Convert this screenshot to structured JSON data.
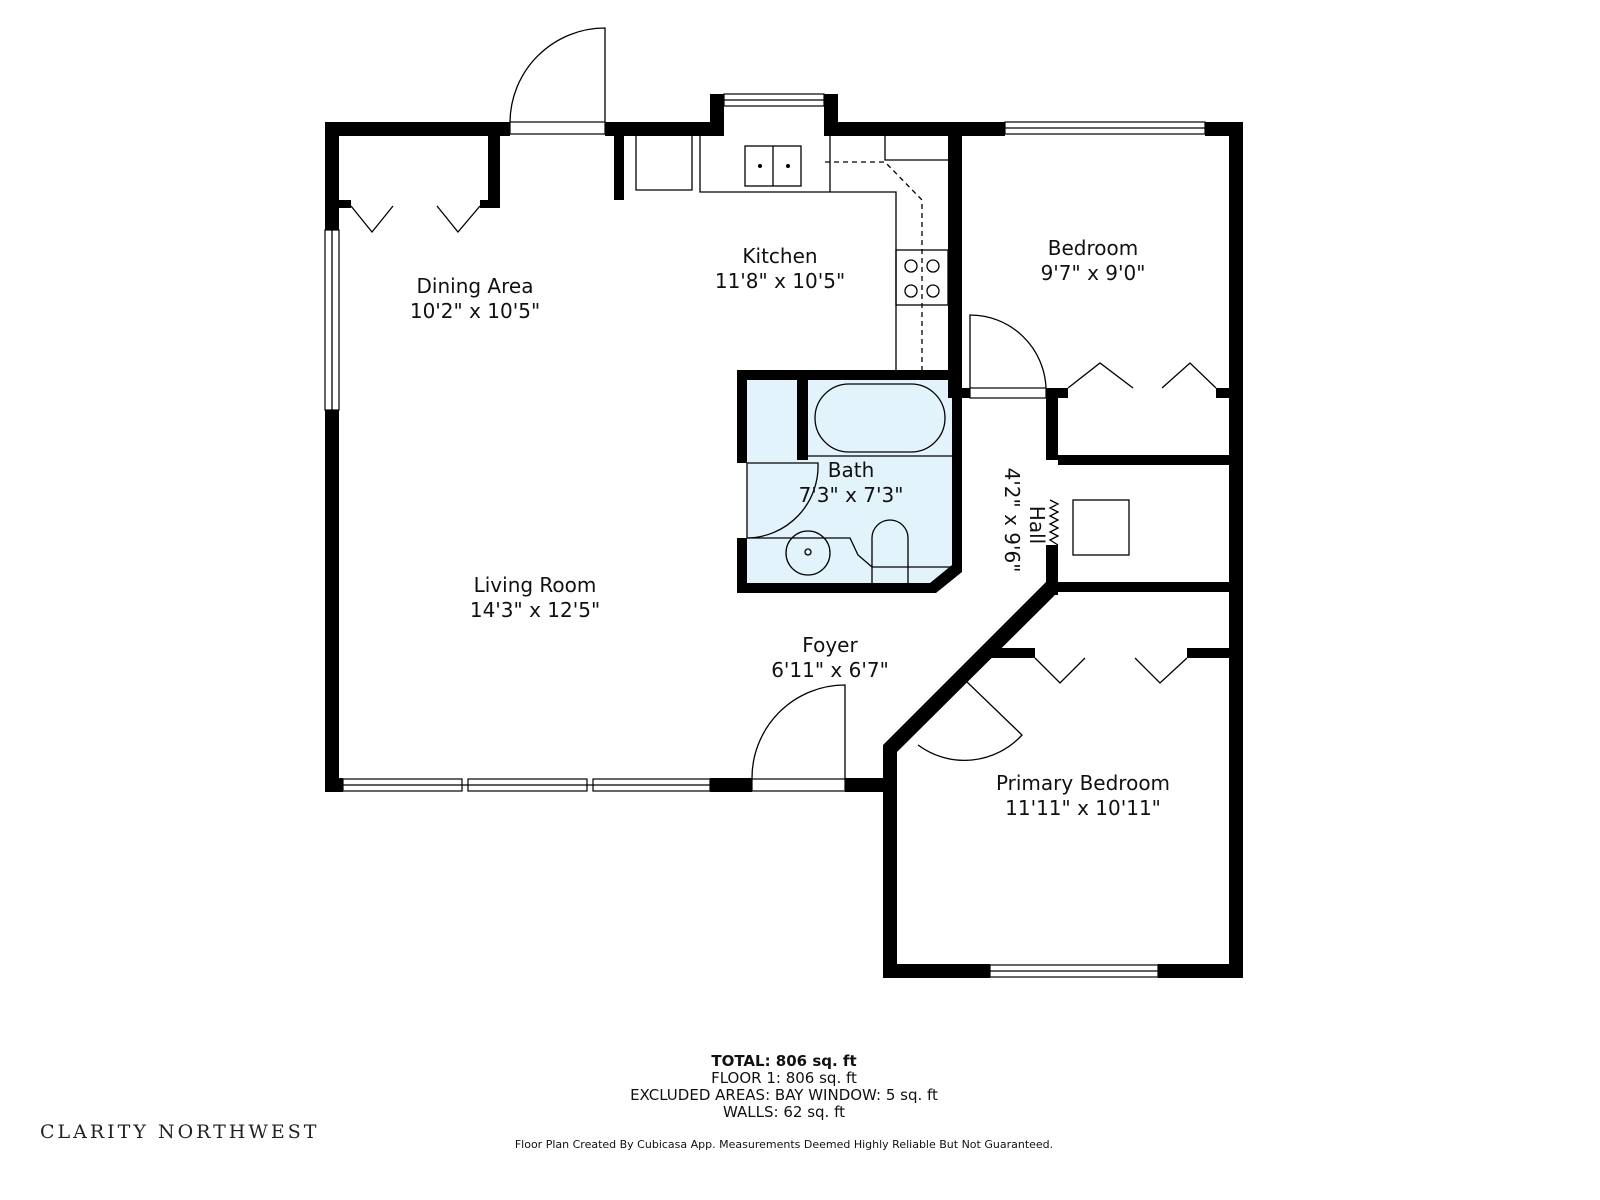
{
  "rooms": {
    "dining": {
      "name": "Dining Area",
      "size": "10'2\" x 10'5\""
    },
    "kitchen": {
      "name": "Kitchen",
      "size": "11'8\" x 10'5\""
    },
    "bedroom": {
      "name": "Bedroom",
      "size": "9'7\" x 9'0\""
    },
    "bath": {
      "name": "Bath",
      "size": "7'3\" x 7'3\""
    },
    "hall": {
      "name": "Hall",
      "size": "4'2\" x 9'6\""
    },
    "living": {
      "name": "Living Room",
      "size": "14'3\" x 12'5\""
    },
    "foyer": {
      "name": "Foyer",
      "size": "6'11\" x 6'7\""
    },
    "primary": {
      "name": "Primary Bedroom",
      "size": "11'11\" x 10'11\""
    }
  },
  "summary": {
    "total": "TOTAL: 806 sq. ft",
    "floor1": "FLOOR 1: 806 sq. ft",
    "excluded": "EXCLUDED AREAS: BAY WINDOW: 5 sq. ft",
    "walls": "WALLS: 62 sq. ft",
    "disclaimer": "Floor Plan Created By Cubicasa App. Measurements Deemed Highly Reliable But Not Guaranteed."
  },
  "logo": "CLARITY NORTHWEST",
  "colors": {
    "wall": "#000000",
    "bath_fill": "#e3f3fc"
  }
}
